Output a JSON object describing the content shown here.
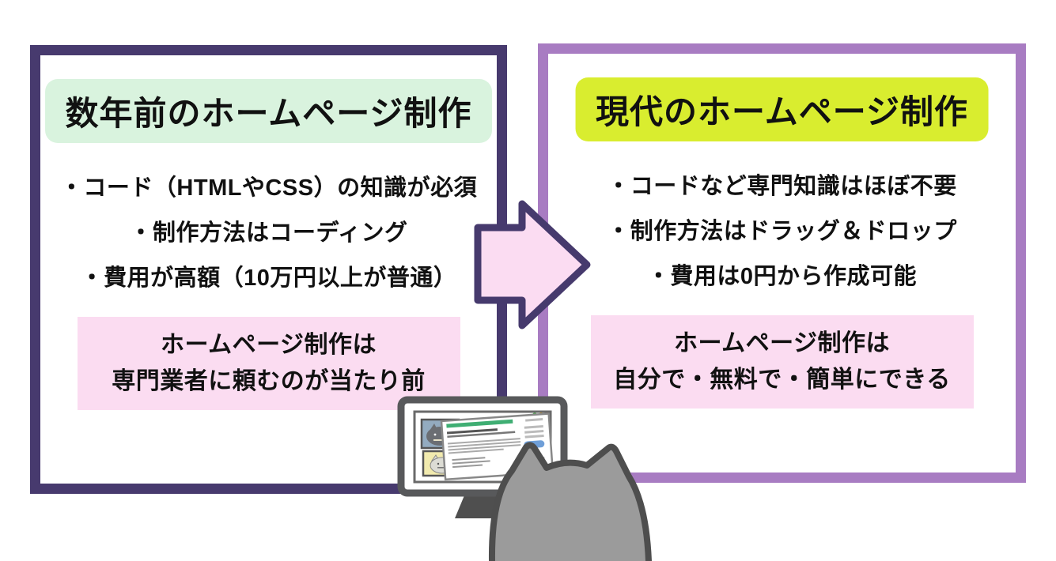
{
  "diagram": {
    "left_panel": {
      "title": "数年前のホームページ制作",
      "bullets": [
        "・コード（HTMLやCSS）の知識が必須",
        "・制作方法はコーディング",
        "・費用が高額（10万円以上が普通）"
      ],
      "conclusion": {
        "line1": "ホームページ制作は",
        "line2": "専門業者に頼むのが当たり前"
      }
    },
    "right_panel": {
      "title": "現代のホームページ制作",
      "bullets": [
        "・コードなど専門知識はほぼ不要",
        "・制作方法はドラッグ＆ドロップ",
        "・費用は0円から作成可能"
      ],
      "conclusion": {
        "line1": "ホームページ制作は",
        "line2": "自分で・無料で・簡単にできる"
      }
    },
    "colors": {
      "left_border": "#473a6e",
      "right_border": "#a87cc2",
      "left_title_bg": "#d9f3de",
      "right_title_bg": "#d9ed2f",
      "conclusion_bg": "#fbdcf1",
      "arrow_fill": "#fbdcf2",
      "arrow_stroke": "#463a6d",
      "cat_fill": "#9b9b9b",
      "cat_stroke": "#4e4e4e",
      "monitor_frame": "#58595b",
      "dot_green": "#4fae4f",
      "dot_yellow": "#dfa72e",
      "dot_red": "#d94f3f"
    },
    "icons": {
      "arrow": "arrow-right-icon",
      "monitor": "monitor-webpage-illustration",
      "cat": "cat-back-view-illustration"
    }
  }
}
